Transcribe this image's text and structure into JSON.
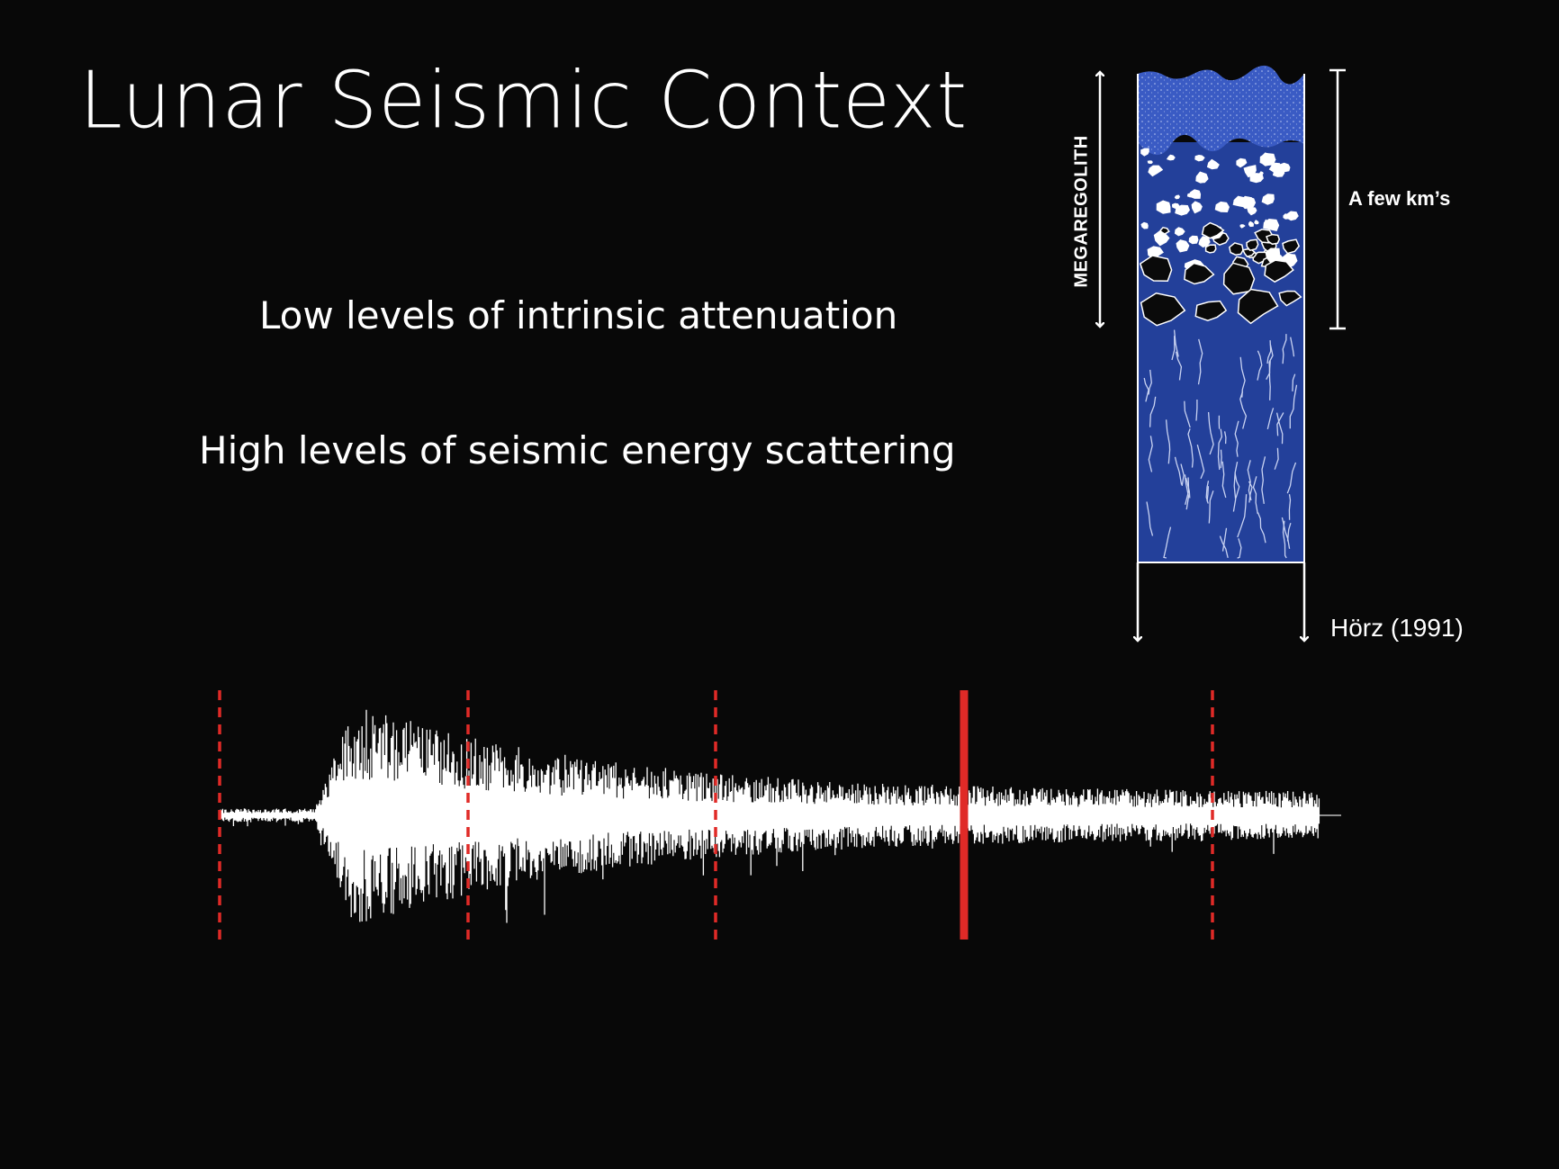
{
  "slide": {
    "title": "Lunar Seismic Context",
    "bullets": [
      "Low levels of intrinsic attenuation",
      "High levels of seismic energy scattering"
    ]
  },
  "diagram": {
    "left_label": "MEGAREGOLITH",
    "right_label": "A few km’s",
    "citation": "Hörz (1991)",
    "colors": {
      "background": "#080808",
      "crust": "#23409a",
      "regolith": "#3a5bc4",
      "text": "#ffffff"
    }
  },
  "seismogram": {
    "trace_color": "#ffffff",
    "marker_color": "#e02a27",
    "markers": [
      {
        "style": "dashed"
      },
      {
        "style": "dashed"
      },
      {
        "style": "dashed"
      },
      {
        "style": "solid"
      },
      {
        "style": "dashed"
      }
    ]
  }
}
